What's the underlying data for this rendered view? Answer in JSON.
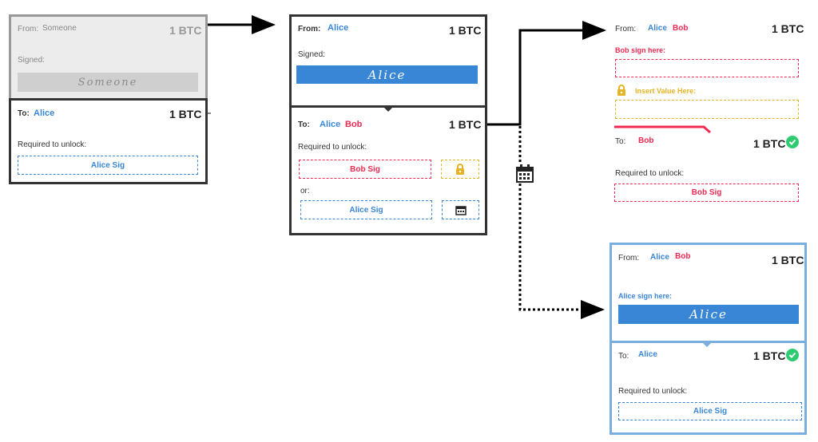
{
  "card1": {
    "from_label": "From:",
    "from_name": "Someone",
    "amount": "1 BTC",
    "signed_label": "Signed:",
    "signature": "Someone",
    "to_label": "To:",
    "to_name": "Alice",
    "to_amount": "1 BTC",
    "required_label": "Required to unlock:",
    "sig": "Alice Sig"
  },
  "card2": {
    "from_label": "From:",
    "from_name": "Alice",
    "amount": "1 BTC",
    "signed_label": "Signed:",
    "signature": "Alice",
    "to_label": "To:",
    "to_name_1": "Alice",
    "to_name_2": "Bob",
    "to_amount": "1 BTC",
    "required_label": "Required to unlock:",
    "sig_1": "Bob Sig",
    "or_label": "or:",
    "sig_2": "Alice Sig"
  },
  "card3": {
    "from_label": "From:",
    "from_name_1": "Alice",
    "from_name_2": "Bob",
    "amount": "1 BTC",
    "sign_here": "Bob sign here:",
    "insert_value": "Insert Value Here:",
    "to_label": "To:",
    "to_name": "Bob",
    "to_amount": "1 BTC",
    "required_label": "Required to unlock:",
    "sig": "Bob Sig"
  },
  "card4": {
    "from_label": "From:",
    "from_name_1": "Alice",
    "from_name_2": "Bob",
    "amount": "1 BTC",
    "sign_here": "Alice sign here:",
    "signature": "Alice",
    "to_label": "To:",
    "to_name": "Alice",
    "to_amount": "1 BTC",
    "required_label": "Required to unlock:",
    "sig": "Alice Sig"
  },
  "colors": {
    "alice": "#3a86d6",
    "bob": "#ee2a52",
    "lock": "#e6b422",
    "confirmed": "#2ecc71"
  },
  "icons": [
    "lock-icon",
    "calendar-icon",
    "check-icon"
  ]
}
